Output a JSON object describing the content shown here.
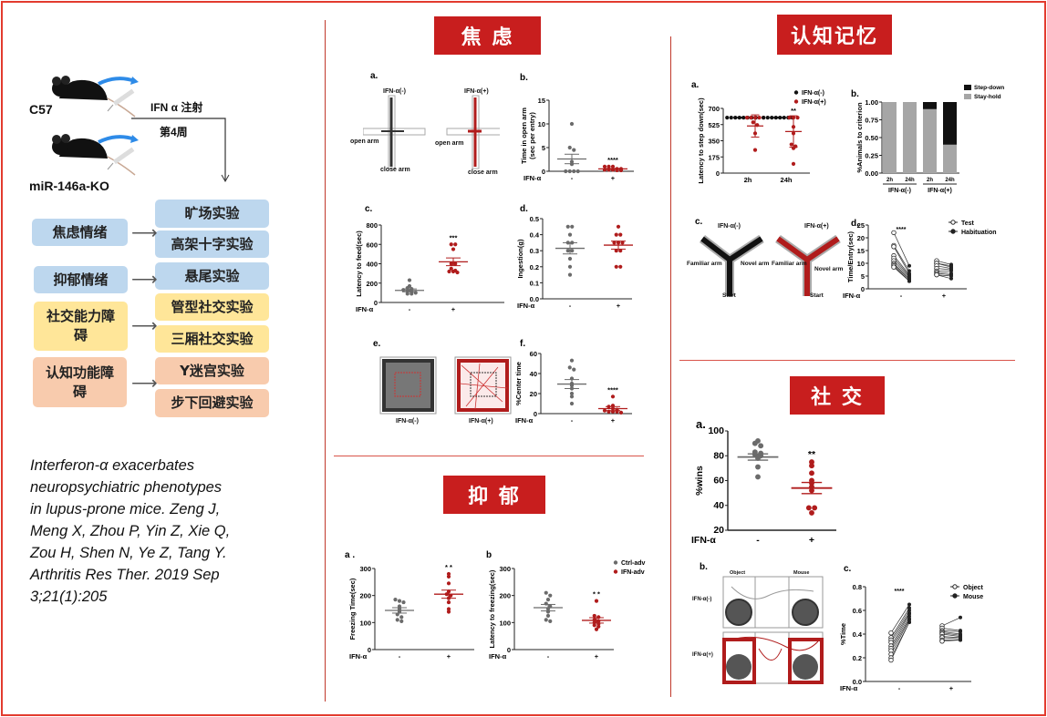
{
  "sections": {
    "anxiety": "焦 虑",
    "cognition": "认知记忆",
    "depression": "抑 郁",
    "social": "社 交"
  },
  "design": {
    "strain1": "C57",
    "strain2": "miR-146a-KO",
    "injection": "IFN α 注射",
    "week": "第4周",
    "rows": [
      {
        "category": "焦虑情绪",
        "color": "#bdd7ee",
        "tests": [
          "旷场实验",
          "高架十字实验"
        ]
      },
      {
        "category": "抑郁情绪",
        "color": "#bdd7ee",
        "tests": [
          "悬尾实验"
        ]
      },
      {
        "category": "社交能力障碍",
        "color": "#ffe699",
        "tests": [
          "管型社交实验",
          "三厢社交实验"
        ]
      },
      {
        "category": "认知功能障碍",
        "color": "#f8cbad",
        "tests": [
          "Y迷宫实验",
          "步下回避实验"
        ]
      }
    ]
  },
  "citation": [
    "Interferon-α exacerbates",
    "neuropsychiatric phenotypes",
    "in lupus-prone mice. Zeng J,",
    "Meng X, Zhou P, Yin Z, Xie Q,",
    "Zou H, Shen N, Ye Z, Tang Y.",
    "Arthritis Res Ther. 2019 Sep",
    "3;21(1):205"
  ],
  "images": {
    "epm": {
      "letter": "a.",
      "neg": "IFN-α(-)",
      "pos": "IFN-α(+)",
      "open": "open arm",
      "close": "close arm"
    },
    "oft": {
      "letter": "e.",
      "neg": "IFN-α(-)",
      "pos": "IFN-α(+)"
    },
    "ymaze": {
      "letter": "c.",
      "neg": "IFN-α(-)",
      "pos": "IFN-α(+)",
      "familiar": "Familiar arm",
      "novel": "Novel arm",
      "start": "Start"
    },
    "three": {
      "letter": "b.",
      "object": "Object",
      "mouse": "Mouse",
      "neg": "IFN-α(-)",
      "pos": "IFN-α(+)"
    }
  },
  "colors": {
    "ctrl": "#6b6b6b",
    "ifn": "#b01c1c",
    "black": "#111111",
    "stay": "#a6a6a6"
  },
  "chart_data": [
    {
      "id": "anx_b",
      "type": "scatter",
      "letter": "b.",
      "ylabel": "Time in open arm (sec per entry)",
      "xlabel": "IFN-α",
      "ylim": [
        0,
        15
      ],
      "ticks": [
        0,
        5,
        10,
        15
      ],
      "categories": [
        "-",
        "+"
      ],
      "groups": [
        {
          "values": [
            10,
            5,
            4.5,
            2,
            1.5,
            0,
            0,
            0,
            0
          ],
          "mean": 2.6,
          "sem": 1.0,
          "color": "ctrl"
        },
        {
          "values": [
            1,
            1,
            1,
            0.5,
            0.5,
            0.3,
            0.3,
            0.3,
            0.2,
            0.2
          ],
          "mean": 0.5,
          "sem": 0.1,
          "color": "ifn",
          "sig": "****"
        }
      ]
    },
    {
      "id": "anx_c",
      "type": "scatter",
      "letter": "c.",
      "ylabel": "Latency to feed(sec)",
      "xlabel": "IFN-α",
      "ylim": [
        0,
        800
      ],
      "ticks": [
        0,
        200,
        400,
        600,
        800
      ],
      "categories": [
        "-",
        "+"
      ],
      "groups": [
        {
          "values": [
            230,
            170,
            150,
            140,
            130,
            120,
            110,
            100,
            90,
            90
          ],
          "mean": 125,
          "sem": 15,
          "color": "ctrl"
        },
        {
          "values": [
            600,
            600,
            550,
            400,
            400,
            350,
            330,
            320,
            320,
            310
          ],
          "mean": 420,
          "sem": 40,
          "color": "ifn",
          "sig": "***"
        }
      ]
    },
    {
      "id": "anx_d",
      "type": "scatter",
      "letter": "d.",
      "ylabel": "Ingestion(g)",
      "xlabel": "IFN-α",
      "ylim": [
        0,
        0.5
      ],
      "ticks": [
        0,
        0.1,
        0.2,
        0.3,
        0.4,
        0.5
      ],
      "tickfmt": 1,
      "categories": [
        "-",
        "+"
      ],
      "groups": [
        {
          "values": [
            0.45,
            0.45,
            0.4,
            0.35,
            0.35,
            0.3,
            0.3,
            0.25,
            0.2,
            0.15
          ],
          "mean": 0.315,
          "sem": 0.035,
          "color": "ctrl"
        },
        {
          "values": [
            0.45,
            0.4,
            0.4,
            0.35,
            0.35,
            0.35,
            0.3,
            0.3,
            0.2,
            0.2
          ],
          "mean": 0.335,
          "sem": 0.025,
          "color": "ifn"
        }
      ]
    },
    {
      "id": "anx_f",
      "type": "scatter",
      "letter": "f.",
      "ylabel": "%Center time",
      "xlabel": "IFN-α",
      "ylim": [
        0,
        60
      ],
      "ticks": [
        0,
        20,
        40,
        60
      ],
      "categories": [
        "-",
        "+"
      ],
      "groups": [
        {
          "values": [
            53,
            46,
            44,
            35,
            30,
            28,
            25,
            20,
            17,
            10
          ],
          "mean": 29.5,
          "sem": 4.5,
          "color": "ctrl"
        },
        {
          "values": [
            17,
            8,
            7,
            5,
            4,
            3,
            2,
            2,
            2,
            1
          ],
          "mean": 5,
          "sem": 2,
          "color": "ifn",
          "sig": "****"
        }
      ]
    },
    {
      "id": "dep_a",
      "type": "scatter",
      "letter": "a .",
      "ylabel": "Freezing Time(sec)",
      "xlabel": "IFN-α",
      "ylim": [
        0,
        300
      ],
      "ticks": [
        0,
        100,
        200,
        300
      ],
      "categories": [
        "-",
        "+"
      ],
      "groups": [
        {
          "values": [
            185,
            180,
            175,
            160,
            150,
            140,
            130,
            120,
            110,
            105
          ],
          "mean": 145,
          "sem": 10,
          "color": "ctrl"
        },
        {
          "values": [
            280,
            270,
            245,
            215,
            205,
            200,
            190,
            175,
            150,
            140
          ],
          "mean": 205,
          "sem": 15,
          "color": "ifn",
          "sig": "* *"
        }
      ]
    },
    {
      "id": "dep_b",
      "type": "scatter",
      "letter": "b",
      "ylabel": "Latency to freezing(sec)",
      "xlabel": "IFN-α",
      "ylim": [
        0,
        300
      ],
      "ticks": [
        0,
        100,
        200,
        300
      ],
      "categories": [
        "-",
        "+"
      ],
      "legend": [
        "Ctrl-adv",
        "IFN-adv"
      ],
      "groups": [
        {
          "values": [
            210,
            200,
            185,
            170,
            160,
            150,
            140,
            125,
            110,
            105
          ],
          "mean": 155,
          "sem": 12,
          "color": "ctrl"
        },
        {
          "values": [
            180,
            125,
            120,
            110,
            105,
            100,
            95,
            90,
            85,
            75
          ],
          "mean": 108,
          "sem": 10,
          "color": "ifn",
          "sig": "* *"
        }
      ]
    },
    {
      "id": "cog_a",
      "type": "scatter",
      "letter": "a.",
      "ylabel": "Latency to step down(sec)",
      "ylim": [
        0,
        700
      ],
      "ticks": [
        0,
        175,
        350,
        525,
        700
      ],
      "categories": [
        "2h",
        "24h"
      ],
      "legend": [
        "IFN-α(-)",
        "IFN-α(+)"
      ],
      "groups": [
        {
          "values": [
            600,
            600,
            600,
            600,
            600,
            600,
            600,
            600
          ],
          "mean": 600,
          "sem": 5,
          "color": "black"
        },
        {
          "values": [
            600,
            600,
            600,
            600,
            600,
            550,
            520,
            430,
            250
          ],
          "mean": 510,
          "sem": 120,
          "color": "ifn"
        },
        {
          "values": [
            600,
            600,
            600,
            600,
            600,
            600,
            600,
            600
          ],
          "mean": 600,
          "sem": 5,
          "color": "black"
        },
        {
          "values": [
            600,
            600,
            600,
            500,
            430,
            310,
            290,
            270,
            100
          ],
          "mean": 450,
          "sem": 170,
          "color": "ifn",
          "sig": "**"
        }
      ]
    },
    {
      "id": "cog_b",
      "type": "bar",
      "letter": "b.",
      "ylabel": "%Animals to criterion",
      "ylim": [
        0,
        1
      ],
      "ticks": [
        0,
        0.25,
        0.5,
        0.75,
        1
      ],
      "categories": [
        "2h",
        "24h",
        "2h",
        "24h"
      ],
      "groupLabels": [
        "IFN-α(-)",
        "IFN-α(+)"
      ],
      "series": [
        {
          "name": "Stay-hold",
          "values": [
            1,
            1,
            0.9,
            0.4
          ],
          "color": "stay"
        },
        {
          "name": "Step-down",
          "values": [
            0,
            0,
            0.1,
            0.6
          ],
          "color": "black"
        }
      ]
    },
    {
      "id": "cog_d",
      "type": "paired",
      "letter": "d.",
      "ylabel": "Time/Entry(sec)",
      "xlabel": "IFN-α",
      "ylim": [
        0,
        25
      ],
      "ticks": [
        0,
        5,
        10,
        15,
        20,
        25
      ],
      "categories": [
        "-",
        "+"
      ],
      "legend": [
        "Test",
        "Habituation"
      ],
      "sig": "****",
      "groups": [
        {
          "values": [
            22,
            17,
            16.5,
            13,
            12,
            11,
            10,
            9.5,
            9,
            8.5
          ]
        },
        {
          "values": [
            9,
            7,
            6,
            5.5,
            5,
            4.5,
            4,
            3.5,
            3,
            3
          ]
        },
        {
          "values": [
            11,
            10,
            10,
            9,
            8,
            7,
            6.5,
            6,
            5.5,
            5.5
          ]
        },
        {
          "values": [
            9.5,
            9,
            8.5,
            8,
            7.5,
            7,
            6,
            5.5,
            5,
            4
          ]
        }
      ]
    },
    {
      "id": "soc_a",
      "type": "scatter",
      "letter": "a.",
      "ylabel": "%wins",
      "xlabel": "IFN-α",
      "ylim": [
        20,
        100
      ],
      "ticks": [
        20,
        40,
        60,
        80,
        100
      ],
      "categories": [
        "-",
        "+"
      ],
      "big": true,
      "groups": [
        {
          "values": [
            92,
            90,
            88,
            83,
            82,
            81,
            80,
            78,
            71,
            63
          ],
          "mean": 79,
          "sem": 2.5,
          "color": "ctrl"
        },
        {
          "values": [
            75,
            72,
            66,
            60,
            58,
            55,
            52,
            38,
            38,
            34
          ],
          "mean": 54,
          "sem": 4.5,
          "color": "ifn",
          "sig": "**"
        }
      ]
    },
    {
      "id": "soc_c",
      "type": "paired",
      "letter": "c.",
      "ylabel": "%Time",
      "xlabel": "IFN-α",
      "ylim": [
        0,
        0.8
      ],
      "ticks": [
        0,
        0.2,
        0.4,
        0.6,
        0.8
      ],
      "tickfmt": 1,
      "categories": [
        "-",
        "+"
      ],
      "legend": [
        "Object",
        "Mouse"
      ],
      "sig": "****",
      "groups": [
        {
          "values": [
            0.41,
            0.37,
            0.35,
            0.33,
            0.3,
            0.28,
            0.26,
            0.23,
            0.2,
            0.18
          ]
        },
        {
          "values": [
            0.65,
            0.62,
            0.6,
            0.58,
            0.57,
            0.55,
            0.53,
            0.52,
            0.5,
            0.5
          ]
        },
        {
          "values": [
            0.47,
            0.45,
            0.43,
            0.42,
            0.41,
            0.4,
            0.38,
            0.37,
            0.35,
            0.34
          ]
        },
        {
          "values": [
            0.54,
            0.43,
            0.42,
            0.4,
            0.39,
            0.38,
            0.37,
            0.36,
            0.35,
            0.35
          ]
        }
      ]
    }
  ]
}
